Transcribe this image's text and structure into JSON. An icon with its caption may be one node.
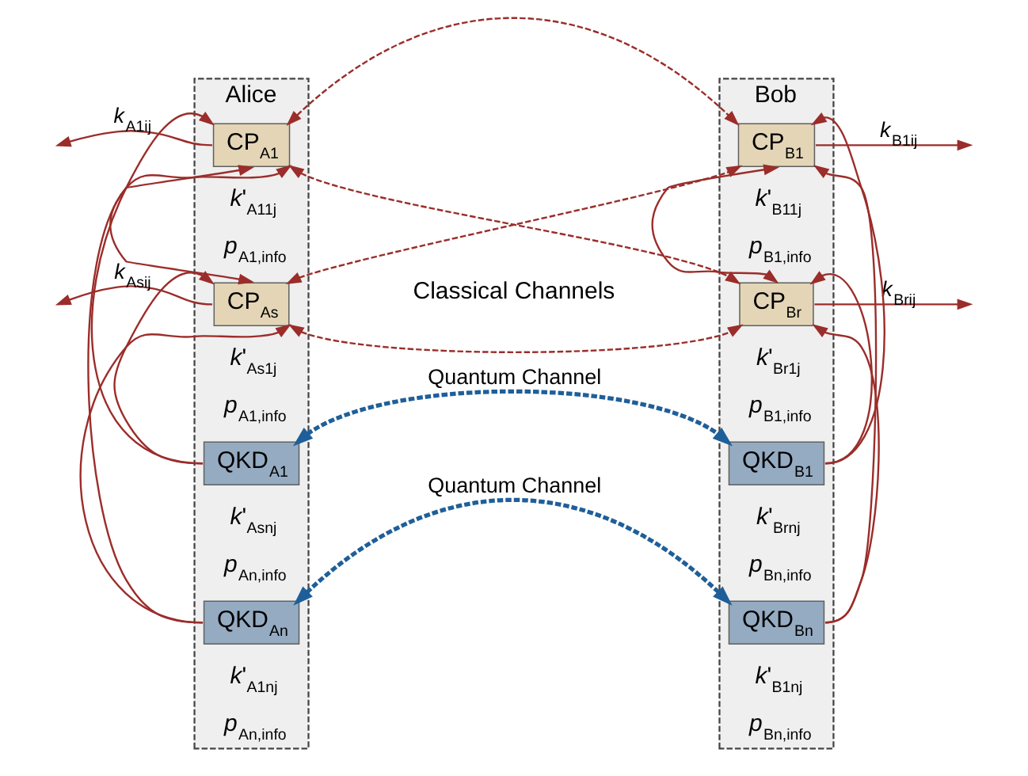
{
  "diagram": {
    "nodes": [
      {
        "text": [
          "Alice"
        ]
      },
      {
        "text": [
          "CP$_{A1}$"
        ],
        "in": 0
      },
      {
        "text": [
          "CP$_{As}$"
        ],
        "in": 0
      },
      {
        "text": [
          "QKD$_{A1}$"
        ],
        "in": 0
      },
      {
        "text": [
          "QKD$_{An}$"
        ],
        "in": 0
      },
      {
        "text": [
          "Bob"
        ]
      },
      {
        "text": [
          "CP$_{B1}$"
        ],
        "in": 5
      },
      {
        "text": [
          "CP$_{Br}$"
        ],
        "in": 5
      },
      {
        "text": [
          "QKD$_{B1}$"
        ],
        "in": 5
      },
      {
        "text": [
          "QKD$_{Bn}$"
        ],
        "in": 5
      }
    ],
    "edges": [
      {
        "from": 1,
        "to": null,
        "arrow": "to",
        "label": "*k*$_{A1ij}$"
      },
      {
        "from": 2,
        "to": null,
        "arrow": "to",
        "label": "*k*$_{Asij}$"
      },
      {
        "from": 6,
        "to": null,
        "arrow": "to",
        "label": "*k*$_{B1ij}$"
      },
      {
        "from": 7,
        "to": null,
        "arrow": "to",
        "label": "*k*$_{Brij}$"
      },
      {
        "from": 1,
        "to": 2,
        "arrow": "both"
      },
      {
        "from": 6,
        "to": 7,
        "arrow": "both"
      },
      {
        "from": 1,
        "to": 6,
        "arrow": "both",
        "style": "dashed"
      },
      {
        "from": 1,
        "to": 7,
        "arrow": "both",
        "style": "dashed"
      },
      {
        "from": 2,
        "to": 6,
        "arrow": "both",
        "style": "dashed"
      },
      {
        "from": 2,
        "to": 7,
        "arrow": "both",
        "style": "dashed"
      },
      {
        "from": 3,
        "to": 1,
        "arrow": "to"
      },
      {
        "from": 3,
        "to": 2,
        "arrow": "to"
      },
      {
        "from": 4,
        "to": 1,
        "arrow": "to"
      },
      {
        "from": 4,
        "to": 2,
        "arrow": "to"
      },
      {
        "from": 8,
        "to": 6,
        "arrow": "to"
      },
      {
        "from": 8,
        "to": 7,
        "arrow": "to"
      },
      {
        "from": 9,
        "to": 6,
        "arrow": "to"
      },
      {
        "from": 9,
        "to": 7,
        "arrow": "to"
      },
      {
        "from": 3,
        "to": 8,
        "arrow": "both",
        "style": "dashed",
        "color": "#1f5f99",
        "label": "Quantum Channel"
      },
      {
        "from": 4,
        "to": 9,
        "arrow": "both",
        "style": "dashed",
        "color": "#1f5f99",
        "label": "Quantum Channel"
      }
    ],
    "labels": [
      "*k*'$_{A11j}$",
      "*p*$_{A1,info}$",
      "*k*'$_{B11j}$",
      "*p*$_{B1,info}$",
      "Classical Channels",
      "*k*'$_{As1j}$",
      "*p*$_{A1,info}$",
      "*k*'$_{Br1j}$",
      "*p*$_{B1,info}$",
      "*k*'$_{Asnj}$",
      "*p*$_{An,info}$",
      "*k*'$_{Brnj}$",
      "*p*$_{Bn,info}$",
      "*k*'$_{A1nj}$",
      "*p*$_{An,info}$",
      "*k*'$_{B1nj}$",
      "*p*$_{Bn,info}$"
    ]
  }
}
